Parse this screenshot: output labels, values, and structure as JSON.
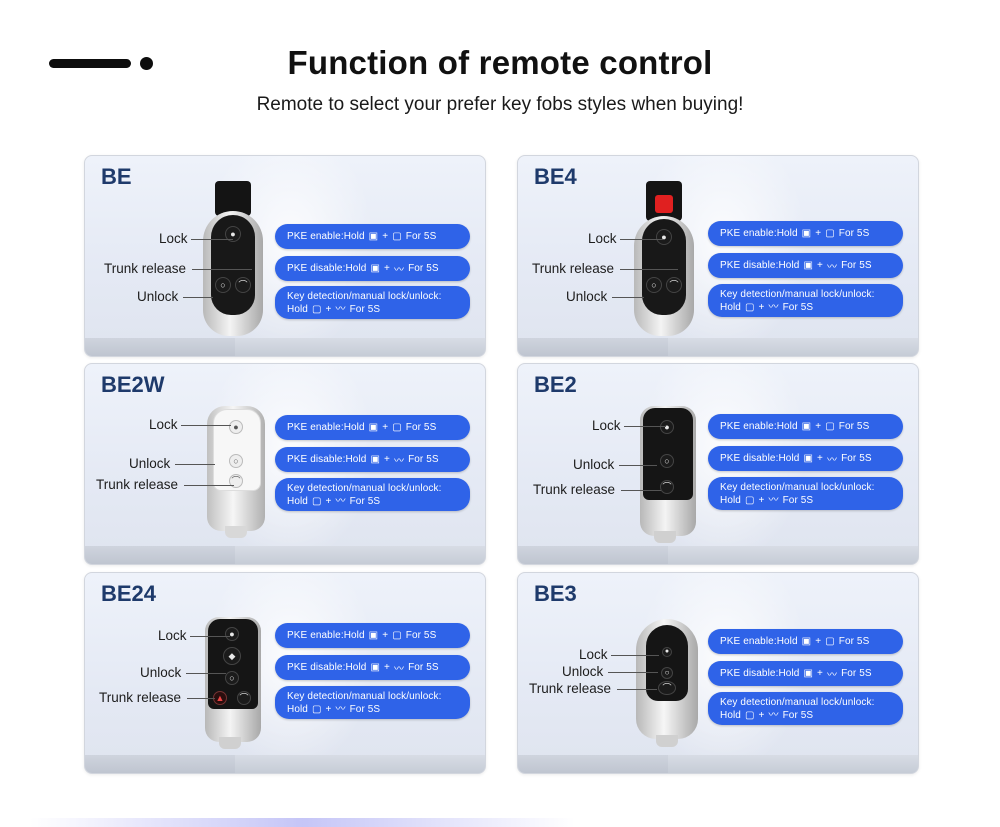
{
  "header": {
    "title": "Function of remote control",
    "subtitle": "Remote to select your  prefer key fobs styles when buying!"
  },
  "labels": {
    "lock": "Lock",
    "unlock": "Unlock",
    "trunk": "Trunk release"
  },
  "pills": {
    "pke_enable": "PKE enable:Hold",
    "pke_disable": "PKE disable:Hold",
    "key_detect_1": "Key detection/manual lock/unlock:",
    "key_detect_2": "Hold",
    "plus": "+",
    "for5s": "For 5S",
    "lock_glyph": "🔒",
    "unlock_glyph": "🔓",
    "car_glyph": "⌒"
  },
  "panels": [
    {
      "model": "BE"
    },
    {
      "model": "BE4"
    },
    {
      "model": "BE2W"
    },
    {
      "model": "BE2"
    },
    {
      "model": "BE24"
    },
    {
      "model": "BE3"
    }
  ],
  "colors": {
    "pill": "#2f63e8",
    "model_text": "#1e3a6b",
    "panic_button": "#e02020"
  }
}
